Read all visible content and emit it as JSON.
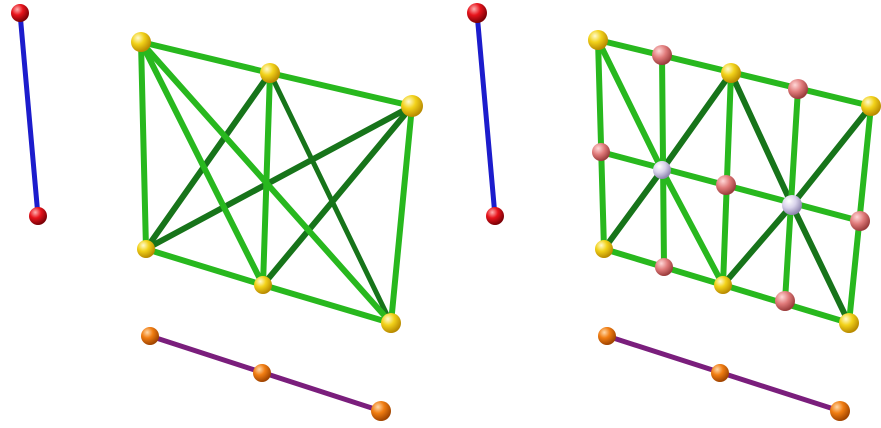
{
  "colors": {
    "background": "#ffffff",
    "red_node": "#e8141c",
    "blue_edge": "#1c1ccc",
    "yellow_node": "#f2d21a",
    "green_edge_light": "#28b81e",
    "green_edge_dark": "#17741a",
    "purple_edge": "#7a1e7c",
    "orange_node": "#f07d12",
    "pink_node": "#e07a7a",
    "lavender_node": "#d8d2ea"
  },
  "panels": [
    {
      "name": "left-figure",
      "blue_segment": {
        "nodes": 2
      },
      "grid": {
        "columns": 3,
        "rows": 2,
        "edges": "complete-graph"
      },
      "purple_segment": {
        "nodes": 3
      }
    },
    {
      "name": "right-figure",
      "blue_segment": {
        "nodes": 2
      },
      "grid": {
        "columns": 5,
        "rows": 3,
        "edges": "subdivided-grid"
      },
      "purple_segment": {
        "nodes": 3
      }
    }
  ]
}
